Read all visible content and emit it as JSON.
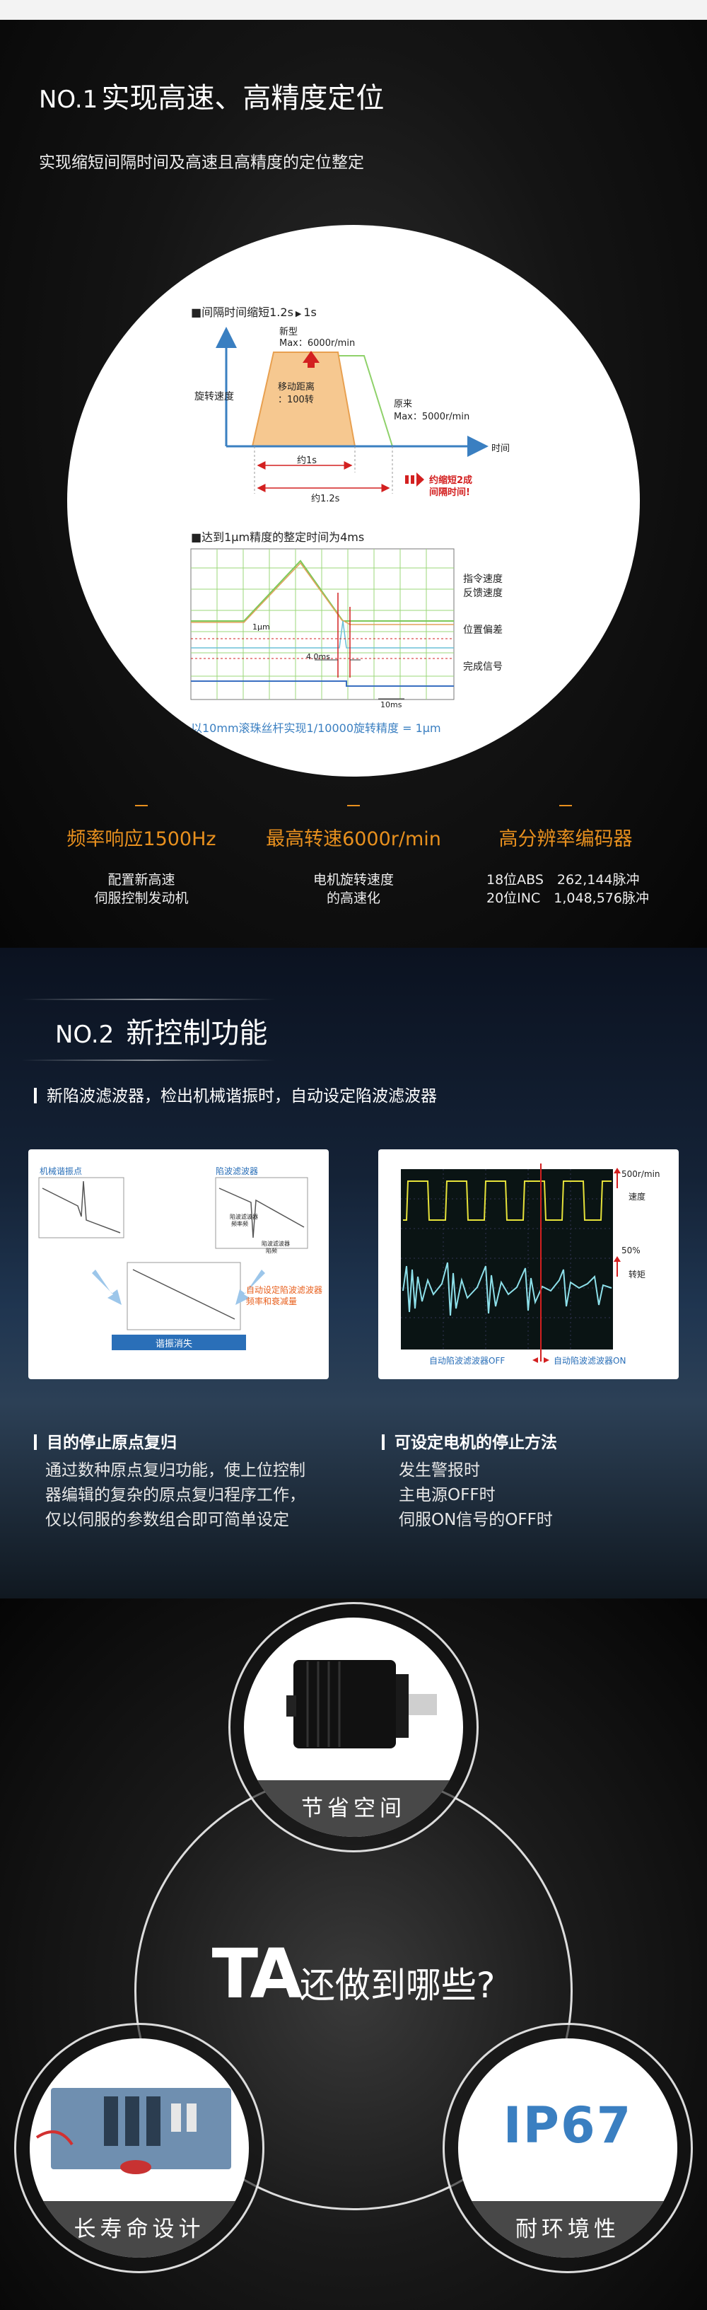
{
  "section1": {
    "no": "NO.1",
    "title": "实现高速、高精度定位",
    "subtitle": "实现缩短间隔时间及高速且高精度的定位整定",
    "chart1": {
      "heading": "■间隔时间缩短1.2s",
      "heading_to": "1s",
      "new_label": "新型",
      "new_max": "Max：6000r/min",
      "move_label": "移动距离",
      "move_value": "：100转",
      "y_label": "旋转速度",
      "old_label": "原来",
      "old_max": "Max：5000r/min",
      "x_label": "时间",
      "t1": "约1s",
      "t2": "约1.2s",
      "result_line1": "约缩短2成",
      "result_line2": "间隔时间!"
    },
    "chart2": {
      "heading": "■达到1μm精度的整定时间为4ms",
      "legend_cmd": "指令速度",
      "legend_fb": "反馈速度",
      "legend_pos": "位置偏差",
      "legend_done": "完成信号",
      "um": "1μm",
      "t4": "4.0ms",
      "t10": "10ms",
      "caption": "以10mm滚珠丝杆实现1/10000旋转精度 = 1μm"
    },
    "features": [
      {
        "title": "频率响应1500Hz",
        "line1": "配置新高速",
        "line2": "伺服控制发动机"
      },
      {
        "title": "最高转速6000r/min",
        "line1": "电机旋转速度",
        "line2": "的高速化"
      },
      {
        "title": "高分辨率编码器",
        "line1": "18位ABS　262,144脉冲",
        "line2": "20位INC　1,048,576脉冲"
      }
    ],
    "colors": {
      "accent": "#e8901e"
    }
  },
  "section2": {
    "no": "NO.2",
    "title": "新控制功能",
    "bullet": "新陷波滤波器，检出机械谐振时，自动设定陷波滤波器",
    "panel1": {
      "mech": "机械谐振点",
      "notch": "陷波滤波器",
      "notch_small1": "陷波滤波器",
      "notch_small2": "频率频",
      "notch_small3": "陷波滤波器",
      "notch_small4": "陷频",
      "auto1": "自动设定陷波滤波器",
      "auto2": "频率和衰减量",
      "result": "谐振消失"
    },
    "panel2": {
      "speed_unit": "500r/min",
      "speed": "速度",
      "pct": "50%",
      "torque": "转矩",
      "off": "自动陷波滤波器OFF",
      "on": "自动陷波滤波器ON"
    },
    "left": {
      "heading": "目的停止原点复归",
      "lines": [
        "通过数种原点复归功能，使上位控制",
        "器编辑的复杂的原点复归程序工作，",
        "仅以伺服的参数组合即可简单设定"
      ]
    },
    "right": {
      "heading": "可设定电机的停止方法",
      "lines": [
        "发生警报时",
        "主电源OFF时",
        "伺服ON信号的OFF时"
      ]
    }
  },
  "section3": {
    "center_big": "TA",
    "center_small": "还做到哪些?",
    "top_caption": "节省空间",
    "left_caption": "长寿命设计",
    "right_caption": "耐环境性",
    "ip": "IP67",
    "colors": {
      "ip": "#3a7fc1"
    }
  }
}
